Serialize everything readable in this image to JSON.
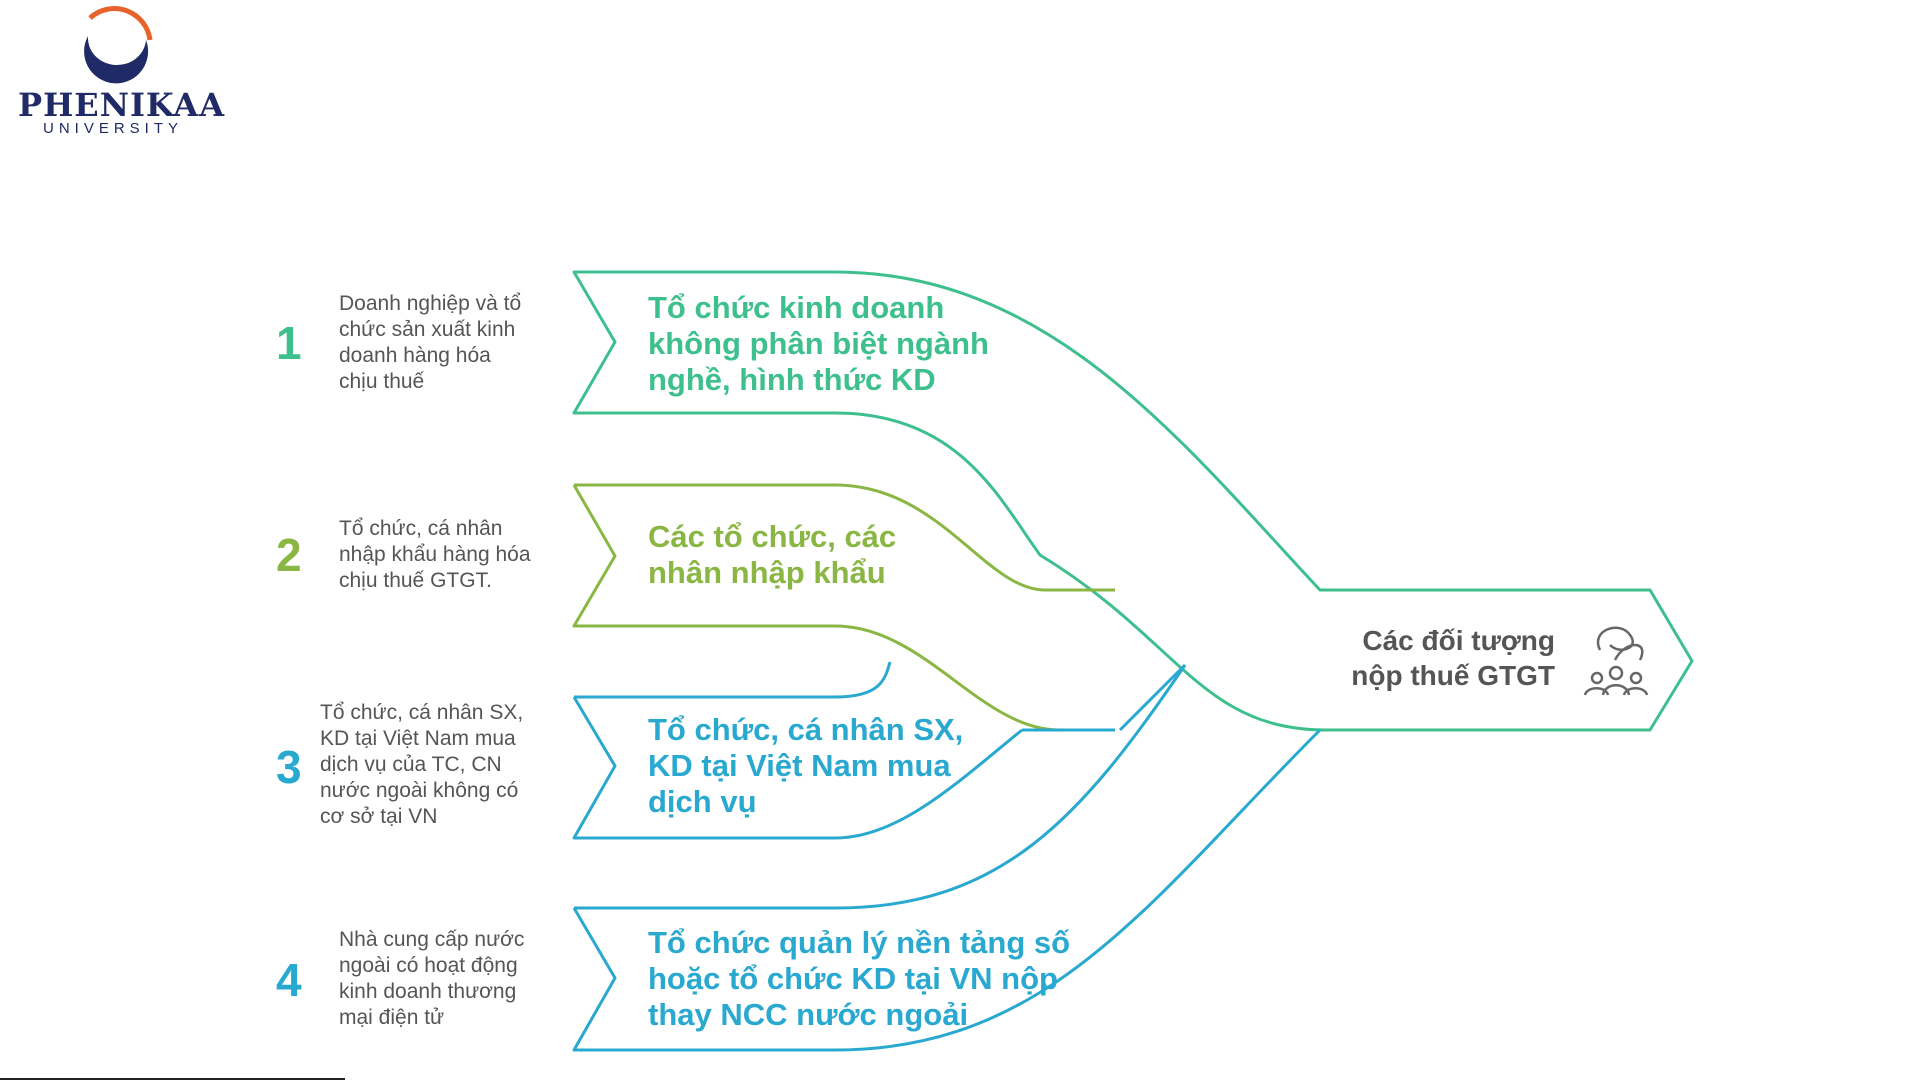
{
  "logo": {
    "name": "PHENIKAA",
    "subtitle": "UNIVERSITY"
  },
  "colors": {
    "green": "#3dbf8e",
    "lime": "#8ab644",
    "blue": "#29a8d0",
    "text_gray": "#555555",
    "logo_navy": "#1f2a66",
    "logo_orange": "#e8622c"
  },
  "items": [
    {
      "number": "1",
      "description": [
        "Doanh nghiệp và tổ",
        "chức sản xuất kinh",
        "doanh hàng hóa",
        "chịu thuế"
      ],
      "title": [
        "Tổ chức kinh doanh",
        "không phân biệt ngành",
        "nghề, hình thức KD"
      ]
    },
    {
      "number": "2",
      "description": [
        "Tổ chức, cá nhân",
        "nhập khẩu hàng hóa",
        "chịu thuế GTGT."
      ],
      "title": [
        "Các tổ chức, các",
        "nhân nhập khẩu"
      ]
    },
    {
      "number": "3",
      "description": [
        "Tổ chức, cá nhân SX,",
        "KD tại Việt Nam mua",
        "dịch vụ của TC, CN",
        "nước ngoài không có",
        "cơ sở tại VN"
      ],
      "title": [
        "Tổ chức, cá nhân SX,",
        "KD tại Việt Nam mua",
        "dịch vụ"
      ]
    },
    {
      "number": "4",
      "description": [
        "Nhà cung cấp nước",
        "ngoài có hoạt động",
        "kinh doanh thương",
        "mại điện tử"
      ],
      "title": [
        "Tổ chức quản lý nền tảng số",
        "hoặc tổ chức KD tại VN nộp",
        "thay NCC nước ngoải"
      ]
    }
  ],
  "center": {
    "label": [
      "Các đối tượng",
      "nộp thuế GTGT"
    ],
    "icon": "people-network-icon"
  }
}
